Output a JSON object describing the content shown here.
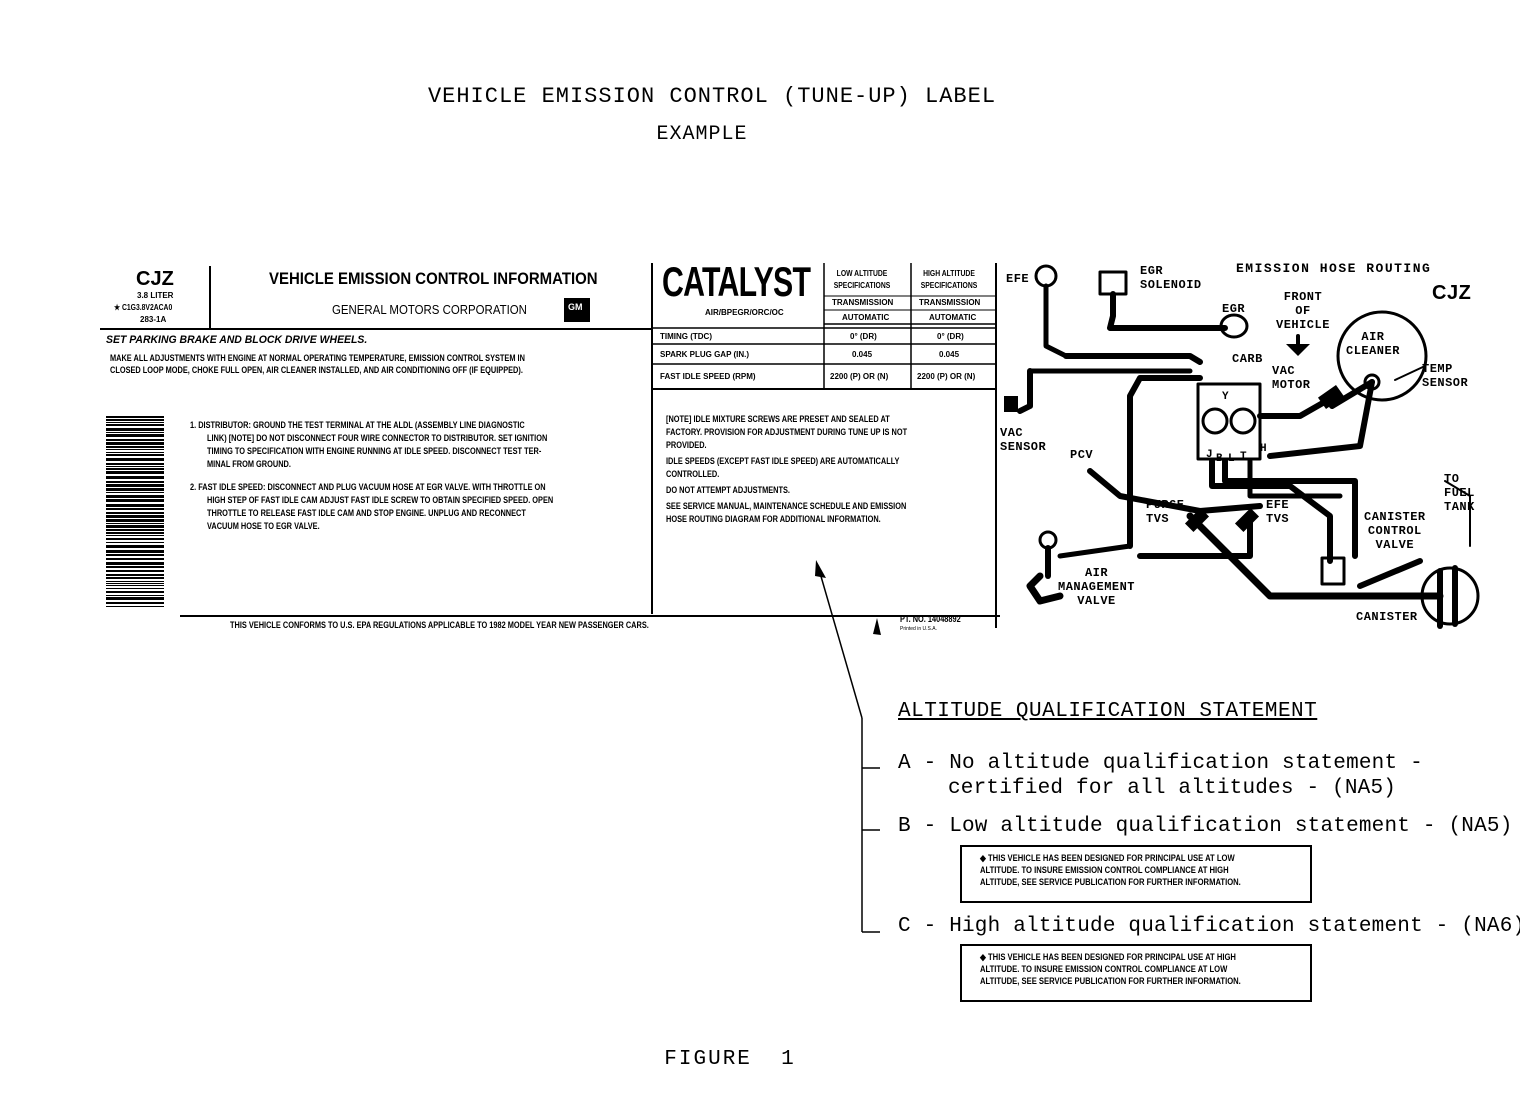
{
  "page": {
    "title": "VEHICLE EMISSION CONTROL (TUNE-UP) LABEL",
    "subtitle": "EXAMPLE",
    "figure": "FIGURE  1"
  },
  "label": {
    "engine_code": "CJZ",
    "displacement": "3.8 LITER",
    "family": "★ C1G3.8V2ACA0",
    "part_ref": "283-1A",
    "heading": "VEHICLE EMISSION CONTROL INFORMATION",
    "maker": "GENERAL MOTORS CORPORATION",
    "logo": "GM",
    "warning": "SET PARKING BRAKE AND BLOCK DRIVE WHEELS.",
    "intro_lines": [
      "MAKE ALL ADJUSTMENTS WITH ENGINE AT NORMAL OPERATING TEMPERATURE, EMISSION CONTROL SYSTEM IN",
      "CLOSED LOOP MODE, CHOKE FULL OPEN, AIR CLEANER INSTALLED, AND AIR CONDITIONING OFF (IF EQUIPPED)."
    ],
    "step1_lines": [
      "1.  DISTRIBUTOR: GROUND THE TEST TERMINAL AT THE ALDL (ASSEMBLY LINE DIAGNOSTIC",
      "LINK) [NOTE] DO NOT DISCONNECT FOUR WIRE CONNECTOR TO DISTRIBUTOR. SET IGNITION",
      "TIMING TO SPECIFICATION WITH ENGINE RUNNING AT IDLE SPEED. DISCONNECT TEST TER-",
      "MINAL FROM GROUND."
    ],
    "step2_lines": [
      "2.  FAST IDLE SPEED: DISCONNECT AND PLUG VACUUM HOSE AT EGR VALVE. WITH THROTTLE ON",
      "HIGH STEP OF FAST IDLE CAM ADJUST FAST IDLE SCREW TO OBTAIN SPECIFIED SPEED. OPEN",
      "THROTTLE TO RELEASE FAST IDLE CAM AND STOP ENGINE. UNPLUG AND RECONNECT",
      "VACUUM HOSE TO EGR VALVE."
    ],
    "catalyst": "CATALYST",
    "systems": "AIR/BPEGR/ORC/OC",
    "spec_headers": {
      "low": "LOW ALTITUDE SPECIFICATIONS",
      "high": "HIGH ALTITUDE SPECIFICATIONS",
      "transmission": "TRANSMISSION",
      "auto": "AUTOMATIC"
    },
    "spec_rows": [
      {
        "name": "TIMING (TDC)",
        "low": "0° (DR)",
        "high": "0° (DR)"
      },
      {
        "name": "SPARK PLUG GAP (IN.)",
        "low": "0.045",
        "high": "0.045"
      },
      {
        "name": "FAST IDLE SPEED (RPM)",
        "low": "2200 (P) OR (N)",
        "high": "2200 (P) OR (N)"
      }
    ],
    "notes": [
      "[NOTE]  IDLE MIXTURE SCREWS ARE PRESET AND SEALED AT",
      "FACTORY. PROVISION FOR ADJUSTMENT DURING TUNE UP IS NOT",
      "PROVIDED.",
      "IDLE SPEEDS (EXCEPT FAST IDLE SPEED) ARE AUTOMATICALLY",
      "CONTROLLED.",
      "DO NOT ATTEMPT ADJUSTMENTS.",
      "SEE SERVICE MANUAL, MAINTENANCE SCHEDULE AND EMISSION",
      "HOSE ROUTING DIAGRAM FOR ADDITIONAL INFORMATION."
    ],
    "footer": "THIS VEHICLE CONFORMS TO U.S. EPA REGULATIONS APPLICABLE TO 1982 MODEL YEAR NEW PASSENGER CARS.",
    "part_number": "PT. NO. 14048892",
    "part_small": "Printed in U.S.A."
  },
  "diagram": {
    "title": "EMISSION HOSE ROUTING",
    "code": "CJZ",
    "labels": {
      "efe": "EFE",
      "egr_solenoid": "EGR\nSOLENOID",
      "egr": "EGR",
      "front": "FRONT\nOF\nVEHICLE",
      "air_cleaner": "AIR\nCLEANER",
      "cars": "CARB",
      "vac_motor": "VAC\nMOTOR",
      "temp_sensor": "TEMP\nSENSOR",
      "vac_sensor": "VAC\nSENSOR",
      "pcv": "PCV",
      "purge_tvs": "PURGE\nTVS",
      "efe_tvs": "EFE\nTVS",
      "to_fuel_tank": "TO\nFUEL\nTANK",
      "canister_valve": "CANISTER\nCONTROL\nVALVE",
      "air_mgmt": "AIR\nMANAGEMENT\nVALVE",
      "canister": "CANISTER",
      "ports": [
        "Y",
        "J",
        "B",
        "L",
        "T",
        "H"
      ]
    }
  },
  "altitude": {
    "heading": "ALTITUDE QUALIFICATION STATEMENT",
    "a_line1": "A - No altitude qualification statement -",
    "a_line2": "certified for all altitudes - (NA5)",
    "b_line": "B - Low altitude qualification statement - (NA5)",
    "b_box": [
      "◆  THIS VEHICLE HAS BEEN DESIGNED FOR PRINCIPAL USE AT  LOW",
      "ALTITUDE.  TO INSURE EMISSION CONTROL COMPLIANCE AT HIGH",
      "ALTITUDE, SEE SERVICE PUBLICATION FOR FURTHER INFORMATION."
    ],
    "c_line": "C - High altitude qualification statement - (NA6)",
    "c_box": [
      "◆  THIS VEHICLE HAS BEEN DESIGNED FOR PRINCIPAL USE AT HIGH",
      "ALTITUDE.  TO INSURE EMISSION CONTROL COMPLIANCE AT  LOW",
      "ALTITUDE, SEE SERVICE PUBLICATION FOR FURTHER INFORMATION."
    ]
  }
}
